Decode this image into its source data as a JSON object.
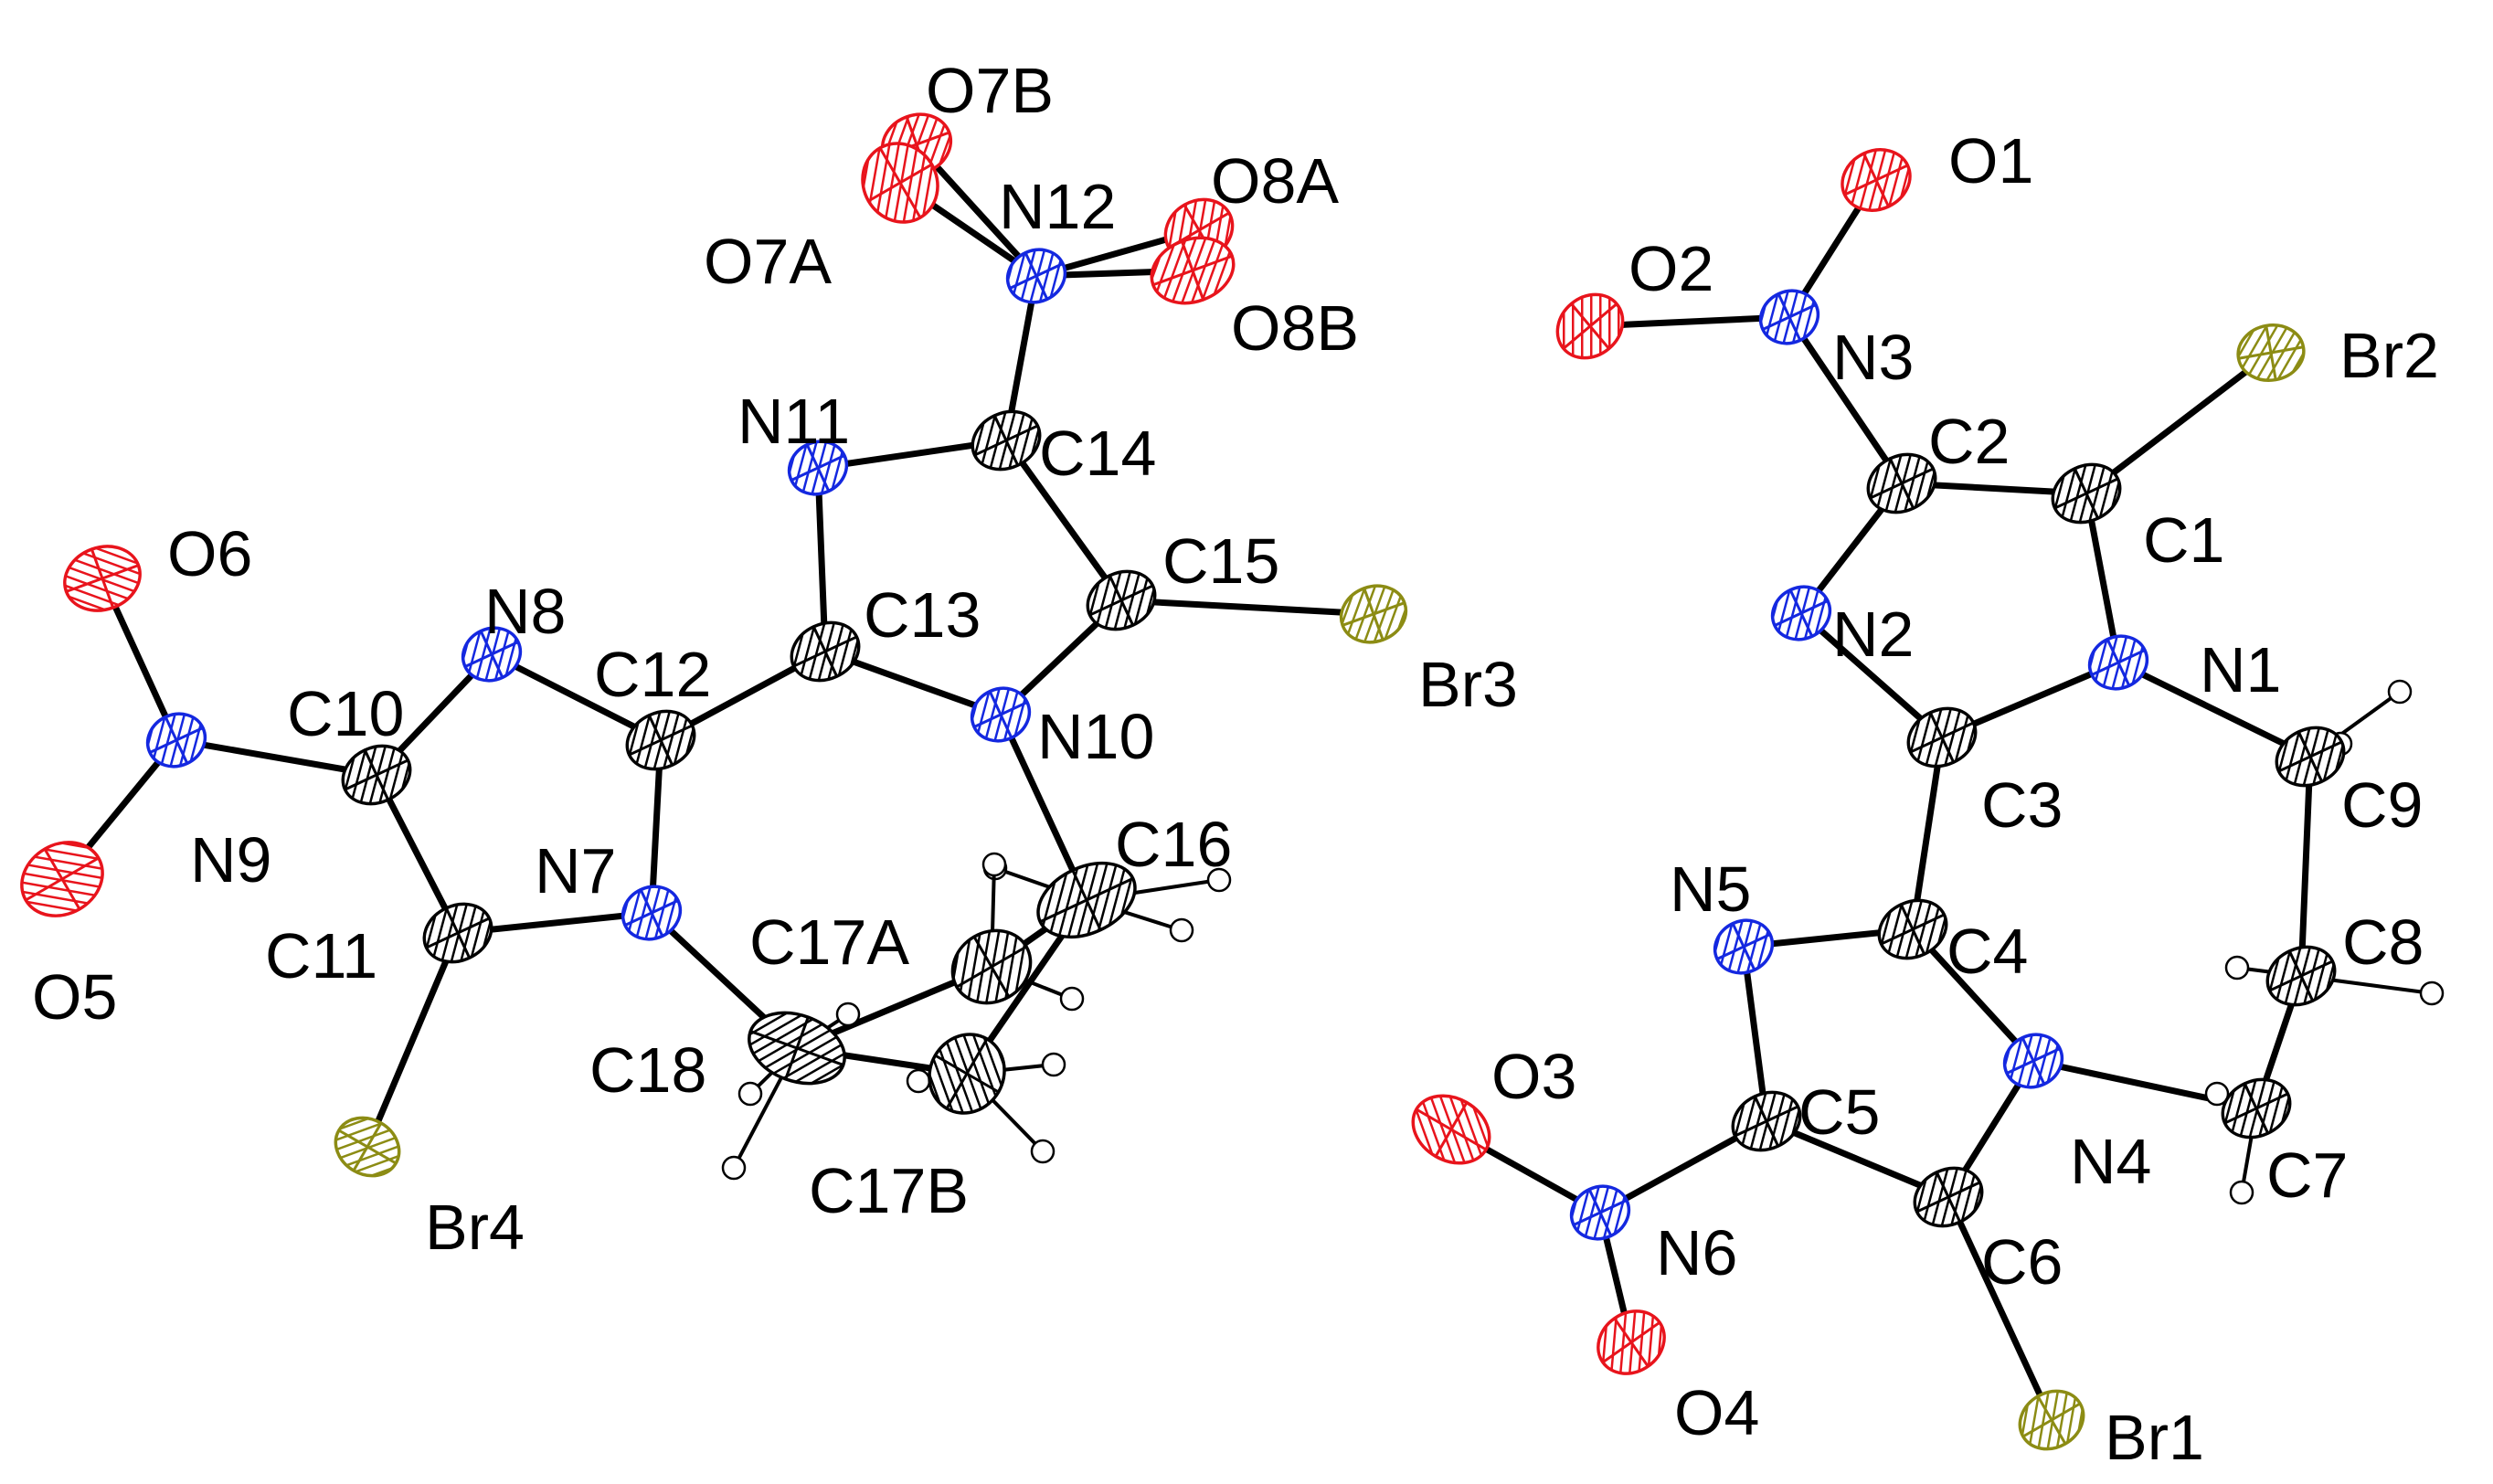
{
  "diagram": {
    "atoms": [
      {
        "id": "O7B",
        "element": "O",
        "label": "O7B"
      },
      {
        "id": "O7A",
        "element": "O",
        "label": "O7A"
      },
      {
        "id": "N12",
        "element": "N",
        "label": "N12"
      },
      {
        "id": "O8A",
        "element": "O",
        "label": "O8A"
      },
      {
        "id": "O8B",
        "element": "O",
        "label": "O8B"
      },
      {
        "id": "N11",
        "element": "N",
        "label": "N11"
      },
      {
        "id": "C14",
        "element": "C",
        "label": "C14"
      },
      {
        "id": "C15",
        "element": "C",
        "label": "C15"
      },
      {
        "id": "Br3",
        "element": "Br",
        "label": "Br3"
      },
      {
        "id": "C13",
        "element": "C",
        "label": "C13"
      },
      {
        "id": "N10",
        "element": "N",
        "label": "N10"
      },
      {
        "id": "C12",
        "element": "C",
        "label": "C12"
      },
      {
        "id": "N8",
        "element": "N",
        "label": "N8"
      },
      {
        "id": "C10",
        "element": "C",
        "label": "C10"
      },
      {
        "id": "O6",
        "element": "O",
        "label": "O6"
      },
      {
        "id": "N9",
        "element": "N",
        "label": "N9"
      },
      {
        "id": "O5",
        "element": "O",
        "label": "O5"
      },
      {
        "id": "N7",
        "element": "N",
        "label": "N7"
      },
      {
        "id": "C11",
        "element": "C",
        "label": "C11"
      },
      {
        "id": "Br4",
        "element": "Br",
        "label": "Br4"
      },
      {
        "id": "C16",
        "element": "C",
        "label": "C16"
      },
      {
        "id": "C17A",
        "element": "C",
        "label": "C17A"
      },
      {
        "id": "C18",
        "element": "C",
        "label": "C18"
      },
      {
        "id": "C17B",
        "element": "C",
        "label": "C17B"
      },
      {
        "id": "O1",
        "element": "O",
        "label": "O1"
      },
      {
        "id": "O2",
        "element": "O",
        "label": "O2"
      },
      {
        "id": "N3",
        "element": "N",
        "label": "N3"
      },
      {
        "id": "Br2",
        "element": "Br",
        "label": "Br2"
      },
      {
        "id": "C2",
        "element": "C",
        "label": "C2"
      },
      {
        "id": "C1",
        "element": "C",
        "label": "C1"
      },
      {
        "id": "N2",
        "element": "N",
        "label": "N2"
      },
      {
        "id": "N1",
        "element": "N",
        "label": "N1"
      },
      {
        "id": "C3",
        "element": "C",
        "label": "C3"
      },
      {
        "id": "C9",
        "element": "C",
        "label": "C9"
      },
      {
        "id": "N5",
        "element": "N",
        "label": "N5"
      },
      {
        "id": "C4",
        "element": "C",
        "label": "C4"
      },
      {
        "id": "C8",
        "element": "C",
        "label": "C8"
      },
      {
        "id": "O3",
        "element": "O",
        "label": "O3"
      },
      {
        "id": "C5",
        "element": "C",
        "label": "C5"
      },
      {
        "id": "N4",
        "element": "N",
        "label": "N4"
      },
      {
        "id": "C7",
        "element": "C",
        "label": "C7"
      },
      {
        "id": "N6",
        "element": "N",
        "label": "N6"
      },
      {
        "id": "C6",
        "element": "C",
        "label": "C6"
      },
      {
        "id": "O4",
        "element": "O",
        "label": "O4"
      },
      {
        "id": "Br1",
        "element": "Br",
        "label": "Br1"
      }
    ],
    "colors": {
      "O": "#e8141c",
      "N": "#1428e0",
      "C": "#000000",
      "Br": "#8c8c14",
      "H": "#000000",
      "bond": "#000000"
    }
  }
}
